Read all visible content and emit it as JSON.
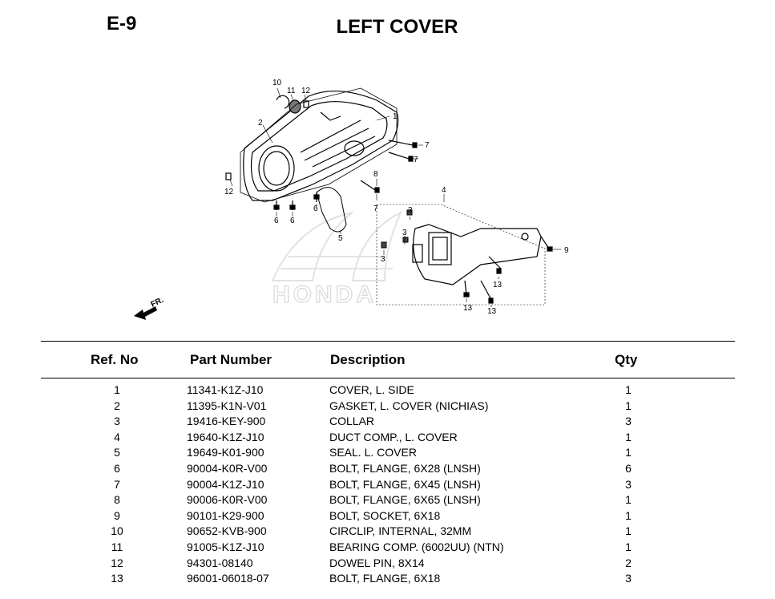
{
  "page": {
    "code": "E-9",
    "title": "LEFT COVER"
  },
  "diagram": {
    "callouts": [
      "10",
      "11",
      "12",
      "1",
      "2",
      "7",
      "7",
      "8",
      "12",
      "6",
      "6",
      "6",
      "7",
      "5",
      "4",
      "3",
      "3",
      "3",
      "9",
      "13",
      "13",
      "13"
    ],
    "front_marker": "FR.",
    "watermark": "HONDA"
  },
  "table": {
    "headers": {
      "ref": "Ref. No",
      "part": "Part Number",
      "desc": "Description",
      "qty": "Qty"
    },
    "rows": [
      {
        "ref": "1",
        "part": "11341-K1Z-J10",
        "desc": "COVER, L. SIDE",
        "qty": "1"
      },
      {
        "ref": "2",
        "part": "11395-K1N-V01",
        "desc": "GASKET, L. COVER (NICHIAS)",
        "qty": "1"
      },
      {
        "ref": "3",
        "part": "19416-KEY-900",
        "desc": "COLLAR",
        "qty": "3"
      },
      {
        "ref": "4",
        "part": "19640-K1Z-J10",
        "desc": "DUCT COMP., L. COVER",
        "qty": "1"
      },
      {
        "ref": "5",
        "part": "19649-K01-900",
        "desc": "SEAL. L. COVER",
        "qty": "1"
      },
      {
        "ref": "6",
        "part": "90004-K0R-V00",
        "desc": "BOLT, FLANGE, 6X28 (LNSH)",
        "qty": "6"
      },
      {
        "ref": "7",
        "part": "90004-K1Z-J10",
        "desc": "BOLT, FLANGE, 6X45 (LNSH)",
        "qty": "3"
      },
      {
        "ref": "8",
        "part": "90006-K0R-V00",
        "desc": "BOLT, FLANGE, 6X65 (LNSH)",
        "qty": "1"
      },
      {
        "ref": "9",
        "part": "90101-K29-900",
        "desc": "BOLT, SOCKET, 6X18",
        "qty": "1"
      },
      {
        "ref": "10",
        "part": "90652-KVB-900",
        "desc": "CIRCLIP, INTERNAL, 32MM",
        "qty": "1"
      },
      {
        "ref": "11",
        "part": "91005-K1Z-J10",
        "desc": "BEARING COMP. (6002UU) (NTN)",
        "qty": "1"
      },
      {
        "ref": "12",
        "part": "94301-08140",
        "desc": "DOWEL PIN, 8X14",
        "qty": "2"
      },
      {
        "ref": "13",
        "part": "96001-06018-07",
        "desc": "BOLT, FLANGE, 6X18",
        "qty": "3"
      }
    ]
  }
}
